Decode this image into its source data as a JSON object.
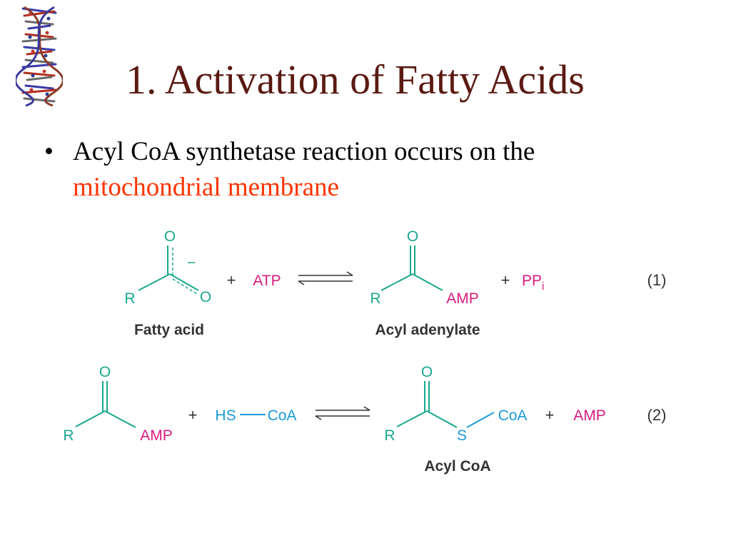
{
  "title": "1. Activation of Fatty Acids",
  "bullet": {
    "line1": "Acyl CoA synthetase reaction occurs on the",
    "line2": "mitochondrial membrane",
    "line2_color": "#ff3300"
  },
  "colors": {
    "bond": "#1aa88e",
    "reagent": "#d81b7f",
    "coa": "#1a9ad6",
    "title": "#5a1a12",
    "label": "#333333"
  },
  "reaction1": {
    "fatty_acid": {
      "o_top": "O",
      "charge": "−",
      "o_right": "O",
      "r": "R",
      "label": "Fatty acid"
    },
    "plus1": "+",
    "atp": "ATP",
    "product": {
      "o_top": "O",
      "r": "R",
      "amp": "AMP",
      "label": "Acyl adenylate"
    },
    "plus2": "+",
    "ppi": "PP",
    "ppi_sub": "i",
    "number": "(1)"
  },
  "reaction2": {
    "reactant": {
      "o_top": "O",
      "r": "R",
      "amp": "AMP"
    },
    "plus1": "+",
    "hs": "HS",
    "coa": "CoA",
    "product": {
      "o_top": "O",
      "r": "R",
      "s": "S",
      "coa": "CoA",
      "label": "Acyl CoA"
    },
    "plus2": "+",
    "amp": "AMP",
    "number": "(2)"
  }
}
